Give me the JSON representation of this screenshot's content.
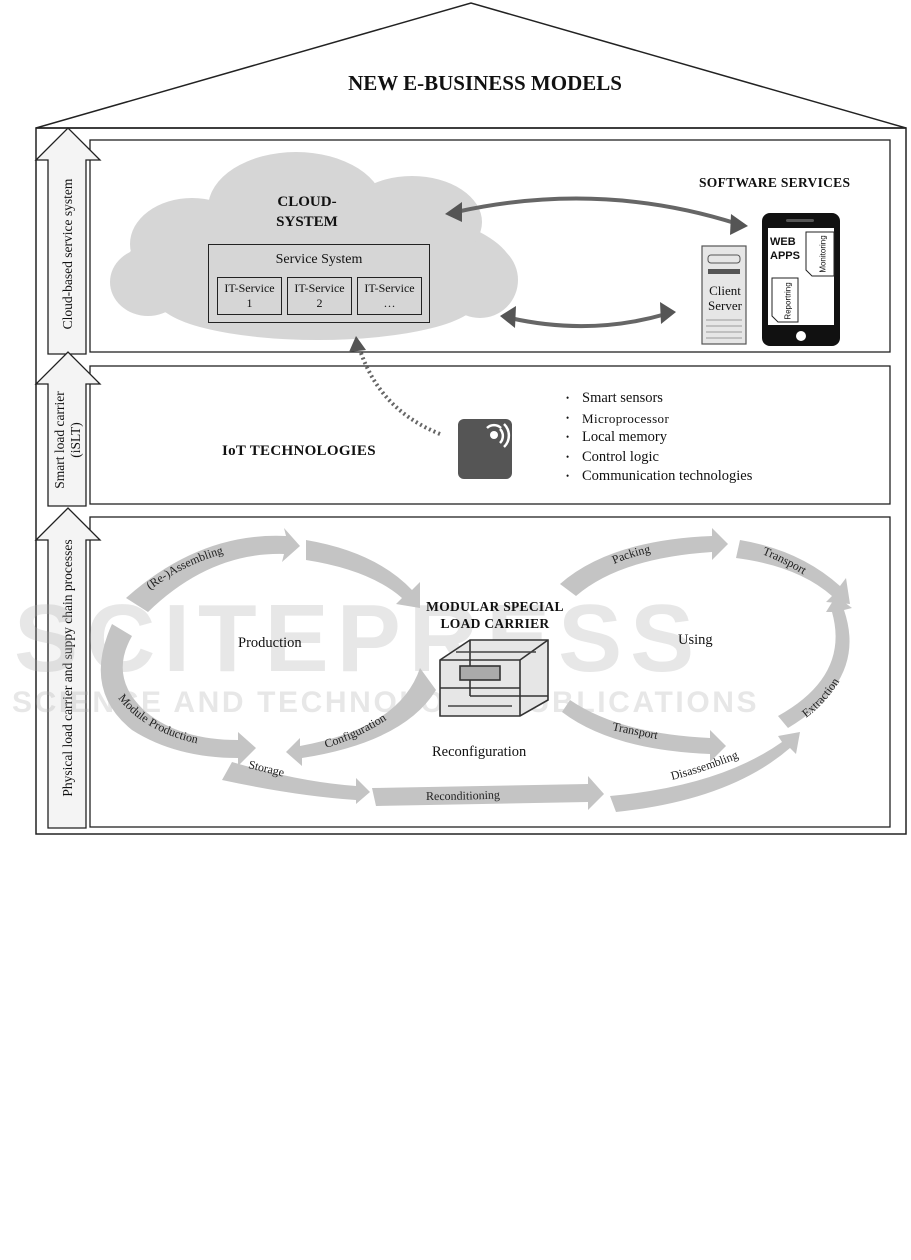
{
  "roof_title": "NEW E-BUSINESS MODELS",
  "side_arrows": {
    "cloud": "Cloud-based service system",
    "smart_line1": "Smart load carrier",
    "smart_line2": "(iSLT)",
    "physical": "Physical load carrier and suppy chain processes"
  },
  "cloud_section": {
    "cloud_title_line1": "CLOUD-",
    "cloud_title_line2": "SYSTEM",
    "service_system_title": "Service System",
    "services": [
      {
        "line1": "IT-Service",
        "line2": "1"
      },
      {
        "line1": "IT-Service",
        "line2": "2"
      },
      {
        "line1": "IT-Service",
        "line2": "…"
      }
    ],
    "software_services_title": "SOFTWARE SERVICES",
    "client_server_line1": "Client",
    "client_server_line2": "Server",
    "phone_web_line1": "WEB",
    "phone_web_line2": "APPS",
    "phone_doc_monitoring": "Monitoring",
    "phone_doc_reporting": "Reportring"
  },
  "iot_section": {
    "title": "IoT TECHNOLOGIES",
    "items": [
      "Smart sensors",
      "Microprocessor",
      "Local memory",
      "Control logic",
      "Communication technologies"
    ]
  },
  "process_section": {
    "center_title_line1": "MODULAR SPECIAL",
    "center_title_line2": "LOAD CARRIER",
    "production": "Production",
    "using": "Using",
    "reconfiguration": "Reconfiguration",
    "steps": {
      "reassembling": "(Re-)Assembling",
      "module_production": "Module Production",
      "configuration": "Configuration",
      "storage": "Storage",
      "reconditioning": "Reconditioning",
      "packing": "Packing",
      "transport_top": "Transport",
      "extraction": "Extraction",
      "transport_bottom": "Transport",
      "disassembling": "Disassembling"
    }
  },
  "watermark": {
    "line1": "SCITEPRESS",
    "line2": "SCIENCE AND TECHNOLOGY PUBLICATIONS"
  },
  "colors": {
    "cloud_fill": "#d6d6d6",
    "arrow_fill": "#bdbdbd",
    "line_dark": "#222222",
    "loop_arrow_fill": "#c4c4c4"
  }
}
